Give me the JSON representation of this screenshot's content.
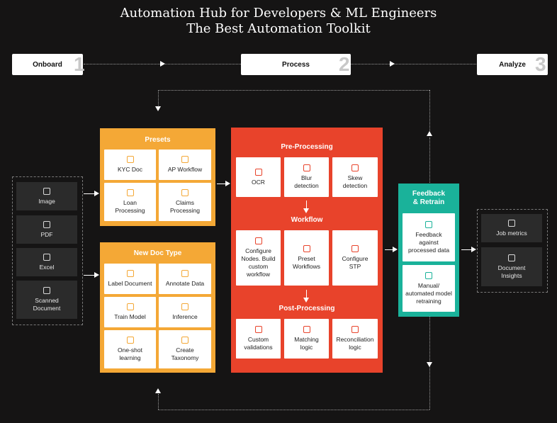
{
  "header": {
    "title_line1": "Automation Hub for Developers & ML Engineers",
    "title_line2": "The Best Automation Toolkit"
  },
  "stages": [
    {
      "label": "Onboard",
      "num": "1"
    },
    {
      "label": "Process",
      "num": "2"
    },
    {
      "label": "Analyze",
      "num": "3"
    }
  ],
  "inputs": [
    {
      "label": "Image",
      "icon": "image-icon"
    },
    {
      "label": "PDF",
      "icon": "pdf-icon"
    },
    {
      "label": "Excel",
      "icon": "excel-icon"
    },
    {
      "label": "Scanned Document",
      "icon": "scanned-document-icon"
    }
  ],
  "presets": {
    "title": "Presets",
    "items": [
      "KYC Doc",
      "AP Workflow",
      "Loan Processing",
      "Claims Processing"
    ]
  },
  "new_doc_type": {
    "title": "New Doc Type",
    "items": [
      "Label Document",
      "Annotate Data",
      "Train Model",
      "Inference",
      "One-shot learning",
      "Create Taxonomy"
    ]
  },
  "pre_processing": {
    "title": "Pre-Processing",
    "items": [
      "OCR",
      "Blur detection",
      "Skew detection"
    ]
  },
  "workflow": {
    "title": "Workflow",
    "items": [
      "Configure Nodes. Build custom workflow",
      "Preset Workflows",
      "Configure STP"
    ]
  },
  "post_processing": {
    "title": "Post-Processing",
    "items": [
      "Custom validations",
      "Matching logic",
      "Reconciliation logic"
    ]
  },
  "feedback": {
    "title_line1": "Feedback",
    "title_line2": "& Retrain",
    "items": [
      "Feedback against processed data",
      "Manual/ automated model retraining"
    ]
  },
  "outputs": [
    {
      "label": "Job metrics",
      "icon": "briefcase-icon"
    },
    {
      "label": "Document Insights",
      "icon": "document-insights-icon"
    }
  ],
  "colors": {
    "background": "#151414",
    "orange": "#f4a836",
    "red": "#e8432b",
    "teal": "#1ab29a",
    "dark_box": "#2b2b2b"
  }
}
